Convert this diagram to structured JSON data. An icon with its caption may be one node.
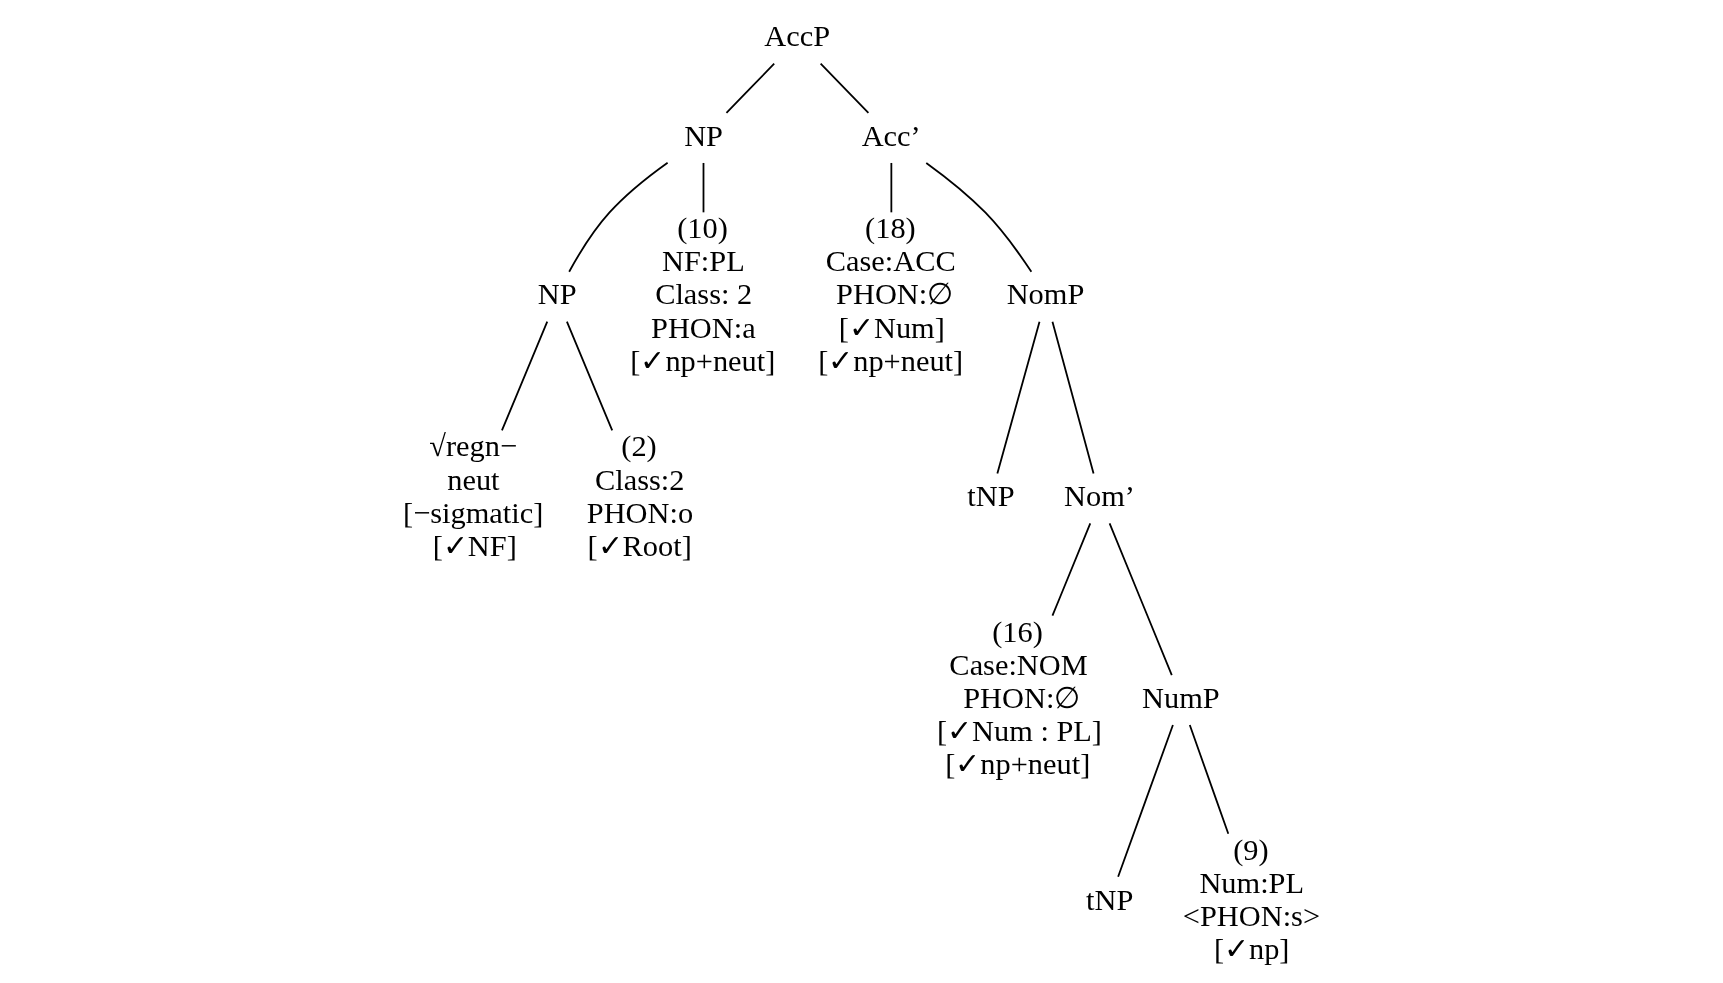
{
  "diagram": {
    "nodes": [
      {
        "text": [
          "AccP"
        ]
      },
      {
        "text": [
          "NP"
        ]
      },
      {
        "text": [
          "Acc’"
        ]
      },
      {
        "text": [
          "NP"
        ]
      },
      {
        "text": [
          "(10)",
          "NF:PL",
          "Class: 2",
          "PHON:a",
          "[✓np+neut]"
        ]
      },
      {
        "text": [
          "√regn−",
          "neut",
          "[−sigmatic]",
          "[✓NF]"
        ]
      },
      {
        "text": [
          "(2)",
          "Class:2",
          "PHON:o",
          "[✓Root]"
        ]
      },
      {
        "text": [
          "(18)",
          "Case:ACC",
          "PHON:∅",
          "[✓Num]",
          "[✓np+neut]"
        ]
      },
      {
        "text": [
          "NomP"
        ]
      },
      {
        "text": [
          "tNP"
        ]
      },
      {
        "text": [
          "Nom’"
        ]
      },
      {
        "text": [
          "(16)",
          "Case:NOM",
          "PHON:∅",
          "[✓Num : PL]",
          "[✓np+neut]"
        ]
      },
      {
        "text": [
          "NumP"
        ]
      },
      {
        "text": [
          "tNP"
        ]
      },
      {
        "text": [
          "(9)",
          "Num:PL",
          "<PHON:s>",
          "[✓np]"
        ]
      }
    ],
    "edges": [
      {
        "from": 0,
        "to": 1,
        "arrow": "none"
      },
      {
        "from": 0,
        "to": 2,
        "arrow": "none"
      },
      {
        "from": 1,
        "to": 3,
        "arrow": "none"
      },
      {
        "from": 1,
        "to": 4,
        "arrow": "none"
      },
      {
        "from": 3,
        "to": 5,
        "arrow": "none"
      },
      {
        "from": 3,
        "to": 6,
        "arrow": "none"
      },
      {
        "from": 2,
        "to": 7,
        "arrow": "none"
      },
      {
        "from": 2,
        "to": 8,
        "arrow": "none"
      },
      {
        "from": 8,
        "to": 9,
        "arrow": "none"
      },
      {
        "from": 8,
        "to": 10,
        "arrow": "none"
      },
      {
        "from": 10,
        "to": 11,
        "arrow": "none"
      },
      {
        "from": 10,
        "to": 12,
        "arrow": "none"
      },
      {
        "from": 12,
        "to": 13,
        "arrow": "none"
      },
      {
        "from": 12,
        "to": 14,
        "arrow": "none"
      }
    ]
  }
}
